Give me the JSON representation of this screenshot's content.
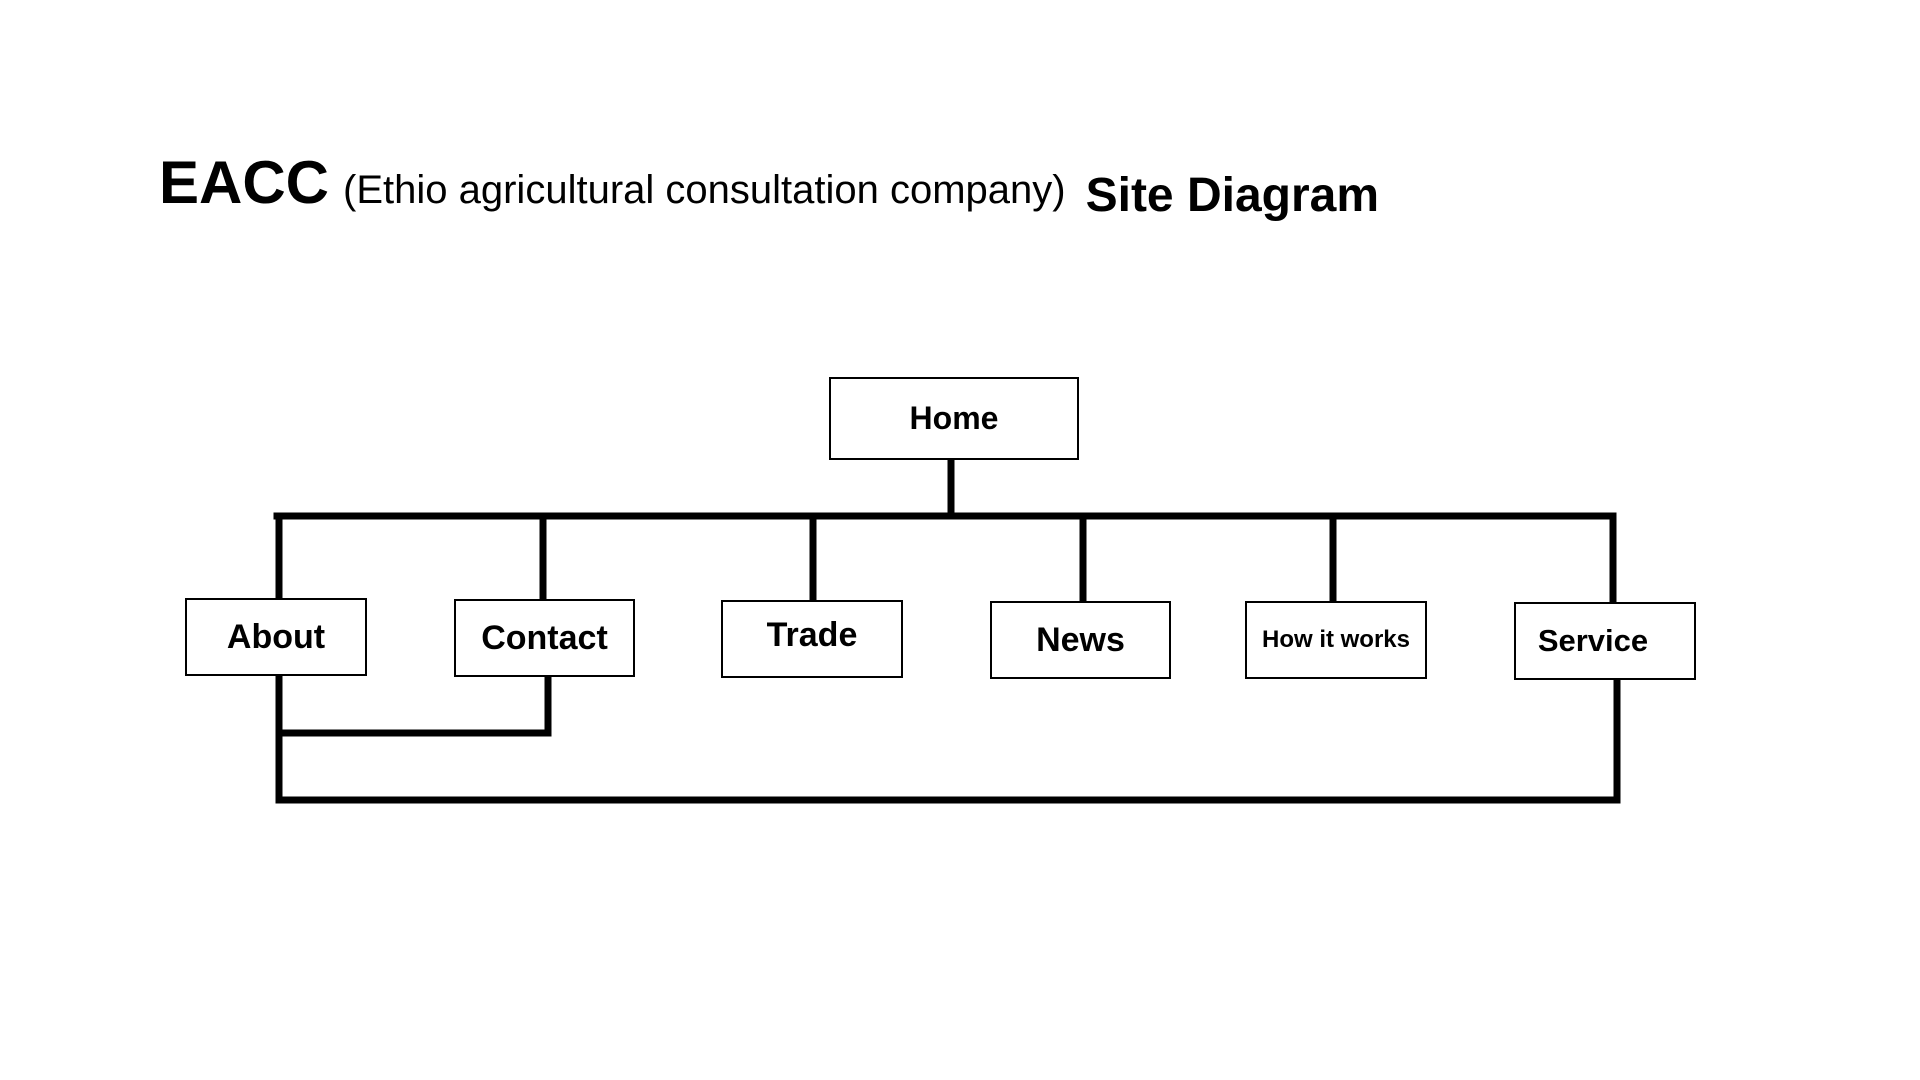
{
  "title": {
    "brand": "EACC",
    "subtitle": "(Ethio agricultural consultation company)",
    "tail": "Site Diagram"
  },
  "nodes": {
    "home": "Home",
    "about": "About",
    "contact": "Contact",
    "trade": "Trade",
    "news": "News",
    "how_it_works": "How it works",
    "service": "Service"
  },
  "colors": {
    "line": "#000000",
    "background": "#ffffff"
  }
}
